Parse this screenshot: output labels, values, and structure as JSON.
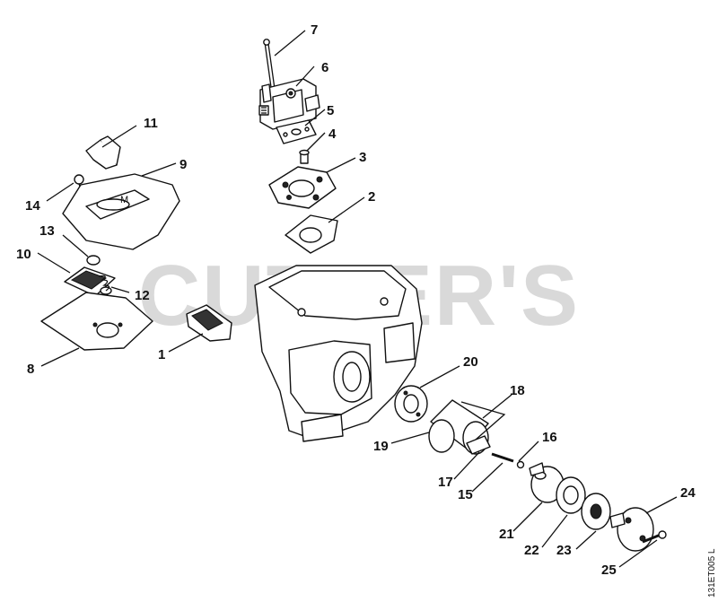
{
  "diagram": {
    "watermark": "CUTTER'S",
    "reference_code": "131ET005 L",
    "colors": {
      "line": "#111111",
      "watermark": "#d9d9d9",
      "background": "#ffffff"
    },
    "callouts": [
      {
        "id": "1",
        "label": "1"
      },
      {
        "id": "2",
        "label": "2"
      },
      {
        "id": "3",
        "label": "3"
      },
      {
        "id": "4",
        "label": "4"
      },
      {
        "id": "5",
        "label": "5"
      },
      {
        "id": "6",
        "label": "6"
      },
      {
        "id": "7",
        "label": "7"
      },
      {
        "id": "8",
        "label": "8"
      },
      {
        "id": "9",
        "label": "9"
      },
      {
        "id": "10",
        "label": "10"
      },
      {
        "id": "11",
        "label": "11"
      },
      {
        "id": "12",
        "label": "12"
      },
      {
        "id": "13",
        "label": "13"
      },
      {
        "id": "14",
        "label": "14"
      },
      {
        "id": "15",
        "label": "15"
      },
      {
        "id": "16",
        "label": "16"
      },
      {
        "id": "17",
        "label": "17"
      },
      {
        "id": "18",
        "label": "18"
      },
      {
        "id": "19",
        "label": "19"
      },
      {
        "id": "20",
        "label": "20"
      },
      {
        "id": "21",
        "label": "21"
      },
      {
        "id": "22",
        "label": "22"
      },
      {
        "id": "23",
        "label": "23"
      },
      {
        "id": "24",
        "label": "24"
      },
      {
        "id": "25",
        "label": "25"
      }
    ]
  }
}
